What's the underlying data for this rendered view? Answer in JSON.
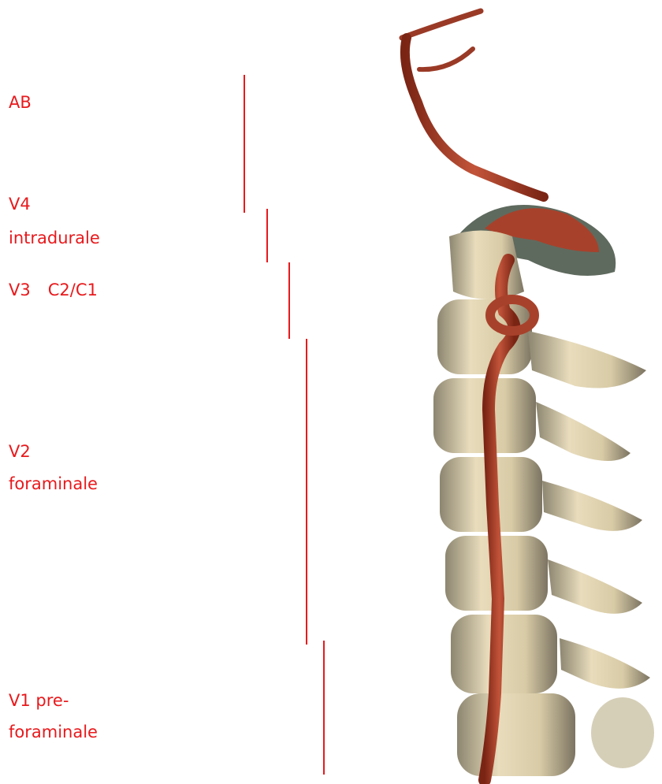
{
  "labels": {
    "ab": "AB",
    "v4_line1": "V4",
    "v4_line2": "intradurale",
    "v3": "V3",
    "v3_level": "C2/C1",
    "v2_line1": "V2",
    "v2_line2": "foraminale",
    "v1_line1": "V1 pre-",
    "v1_line2": "foraminale"
  },
  "colors": {
    "label": "#e8191c",
    "artery": "#b3402a",
    "bone": "#e6d9b8",
    "bone_shadow": "#7a7a6a"
  },
  "figure": {
    "icon": "cervical-spine-vertebral-artery-3d-render"
  }
}
